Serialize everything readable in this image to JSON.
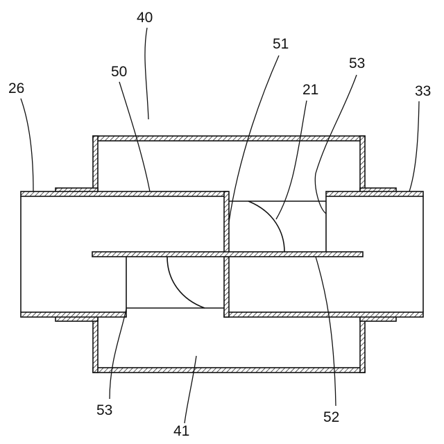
{
  "labels": {
    "housing_upper": "40",
    "housing_lower": "41",
    "pipe_left": "26",
    "pipe_right": "33",
    "partition_left": "50",
    "baffle": "51",
    "divider": "52",
    "curved_plate": "21",
    "end_plate_top": "53",
    "end_plate_bottom": "53",
    "divider_label": "52"
  }
}
